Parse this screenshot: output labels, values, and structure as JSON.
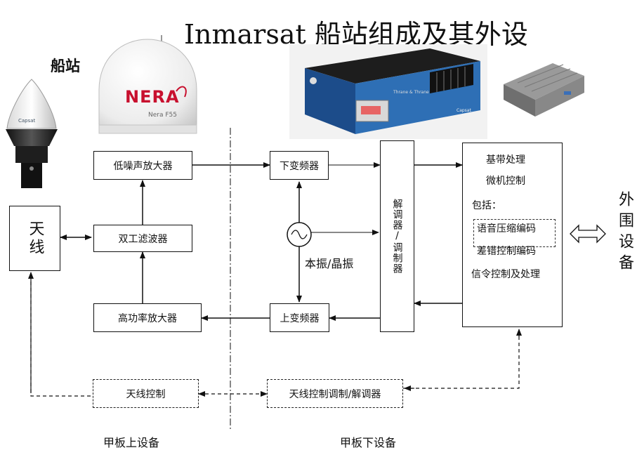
{
  "title": "Inmarsat 船站组成及其外设",
  "ship_station_label": "船站",
  "products": {
    "dome_brand": "NERA",
    "dome_model": "Nera F55",
    "small_antenna_brand": "Capsat",
    "terminal_brand": "Capsat",
    "terminal_label": "Thrane & Thrane"
  },
  "blocks": {
    "antenna": "天线",
    "lna": "低噪声放大器",
    "duplexer": "双工滤波器",
    "hpa": "高功率放大器",
    "downconverter": "下变频器",
    "upconverter": "上变频器",
    "oscillator_label": "本振/晶振",
    "modem": "解调器/调制器",
    "baseband": {
      "line1": "基带处理",
      "line2": "微机控制",
      "line3": "包括：",
      "line4": "语音压缩编码",
      "line5": "差错控制编码",
      "line6": "信令控制及处理"
    },
    "external_devices": "外围设备",
    "antenna_control": "天线控制",
    "antenna_control_modem": "天线控制调制/解调器"
  },
  "sections": {
    "above_deck": "甲板上设备",
    "below_deck": "甲板下设备"
  }
}
